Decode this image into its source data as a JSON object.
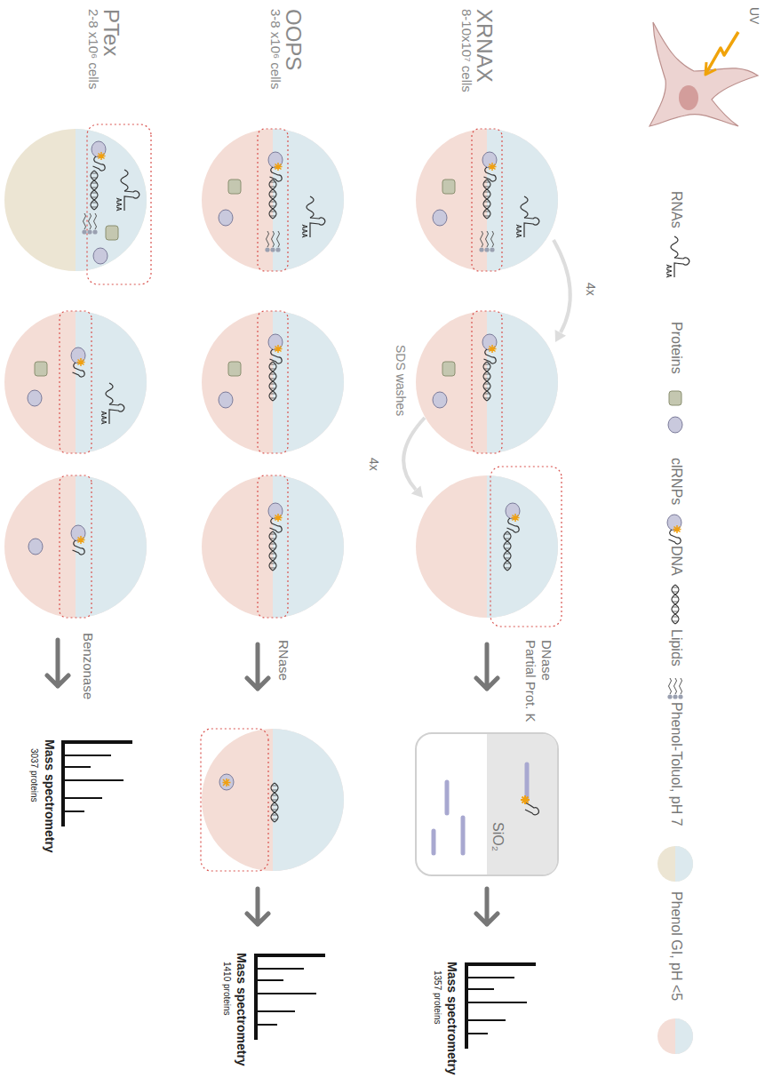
{
  "diagram": {
    "labels": [
      "UV",
      "XRNAX",
      "8-10x10⁷ cells",
      "4x",
      "SDS washes",
      "4x",
      "DNase",
      "Partial Prot. K",
      "SiO₂",
      "Mass spectrometry",
      "1357 proteins",
      "OOPS",
      "3-8 x10⁶ cells",
      "RNase",
      "Mass spectrometry",
      "1410 proteins",
      "PTex",
      "2-8 x10⁶ cells",
      "Benzonase",
      "Mass spectrometry",
      "3037 proteins"
    ],
    "legend": [
      {
        "text": "RNAs"
      },
      {
        "text": "Proteins"
      },
      {
        "text": "clRNPs"
      },
      {
        "text": "DNA"
      },
      {
        "text": "Lipids"
      },
      {
        "text": "Phenol-Toluol, pH 7"
      },
      {
        "text": "Phenol GI, pH <5"
      }
    ]
  }
}
